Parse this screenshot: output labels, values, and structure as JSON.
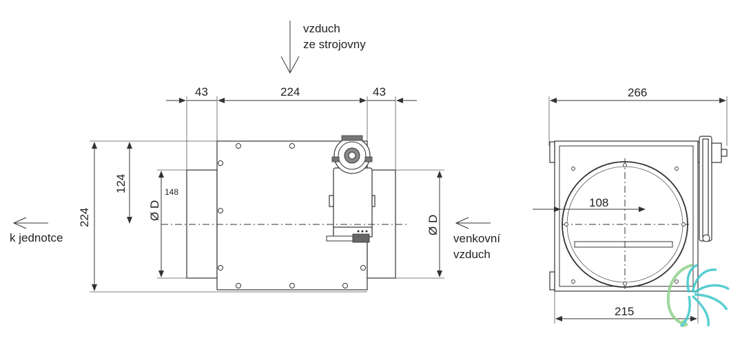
{
  "labels": {
    "air_top_line1": "vzduch",
    "air_top_line2": "ze strojovny",
    "to_unit": "k jednotce",
    "outdoor_line1": "venkovní",
    "outdoor_line2": "vzduch",
    "diameter_left": "Ø D",
    "diameter_right": "Ø D"
  },
  "dimensions": {
    "left_collar": "43",
    "width_main": "224",
    "right_collar": "43",
    "height_total": "224",
    "height_axis": "124",
    "height_collar": "148",
    "side_width": "266",
    "radius": "108",
    "side_body": "215"
  },
  "colors": {
    "line": "#333333",
    "logo_cyan": "#3ec6c9",
    "logo_green": "#8fd18a"
  }
}
